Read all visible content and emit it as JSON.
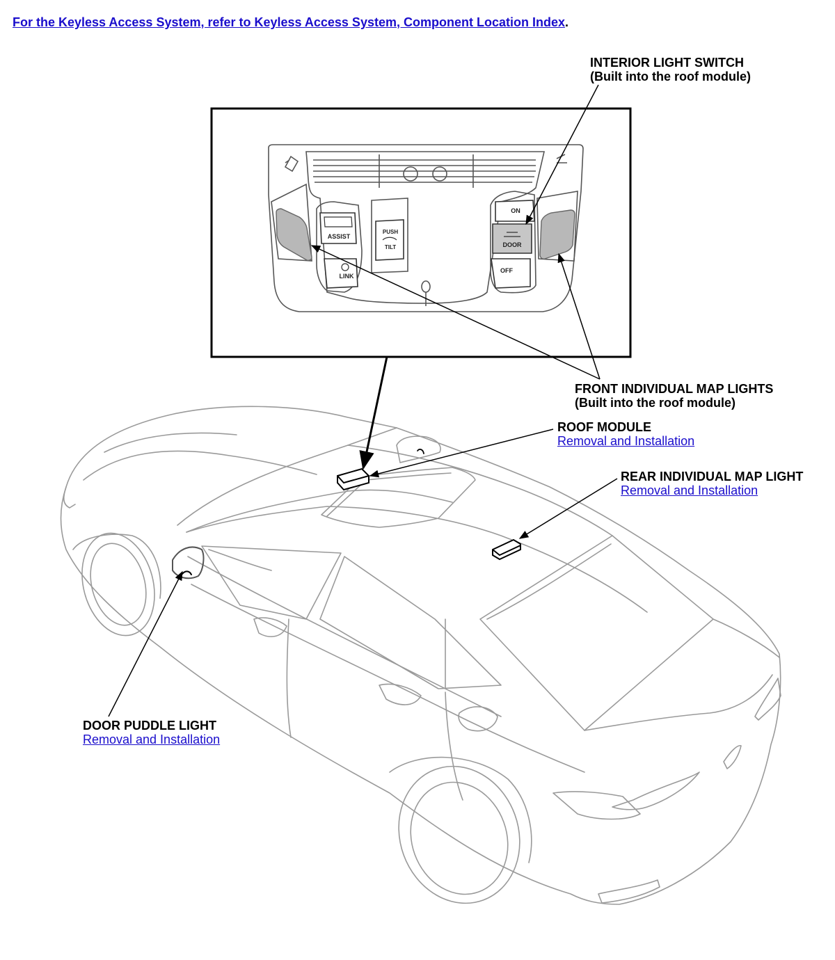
{
  "top_note": {
    "link_text": "For the Keyless Access System, refer to Keyless Access System, Component Location Index",
    "period": "."
  },
  "callouts": {
    "interior_light_switch": {
      "line1": "INTERIOR LIGHT SWITCH",
      "line2": "(Built into the roof module)"
    },
    "front_map_lights": {
      "line1": "FRONT INDIVIDUAL MAP LIGHTS",
      "line2": "(Built into the roof module)"
    },
    "roof_module": {
      "title": "ROOF MODULE",
      "link": "Removal and Installation"
    },
    "rear_map_light": {
      "title": "REAR INDIVIDUAL MAP LIGHT",
      "link": "Removal and Installation"
    },
    "door_puddle_light": {
      "title": "DOOR PUDDLE LIGHT",
      "link": "Removal and Installation"
    }
  },
  "roof_panel_buttons": {
    "assist": "ASSIST",
    "link": "LINK",
    "push_line1": "PUSH",
    "push_line2": "TILT",
    "on": "ON",
    "door": "DOOR",
    "off": "OFF"
  },
  "colors": {
    "link": "#1a0dcc",
    "map_light_fill": "#b8b8b8",
    "line_art": "#9a9a9a"
  }
}
